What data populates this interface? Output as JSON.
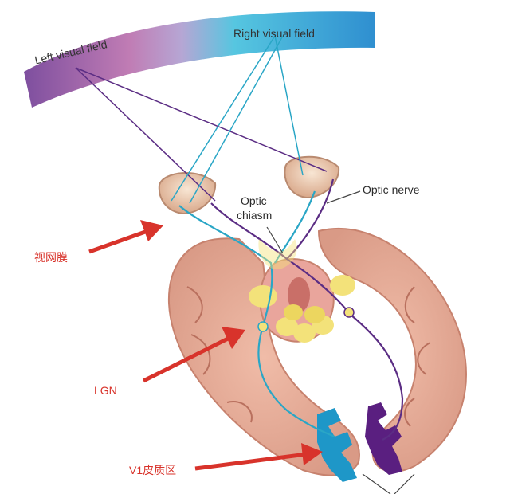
{
  "labels": {
    "left_visual_field": "Left visual field",
    "right_visual_field": "Right visual field",
    "optic_nerve": "Optic nerve",
    "optic_chiasm_line1": "Optic",
    "optic_chiasm_line2": "chiasm",
    "retina": "视网膜",
    "lgn": "LGN",
    "v1": "V1皮质区"
  },
  "colors": {
    "left_field_pathway": "#5b2d84",
    "right_field_pathway": "#2aa6c6",
    "annotation_red": "#d8332b",
    "brain_tissue": "#e8a894",
    "brain_outline": "#c7826e",
    "lgn_yellow": "#f3e27a",
    "v1_blue": "#1e97c8",
    "v1_purple": "#5a1f80"
  }
}
